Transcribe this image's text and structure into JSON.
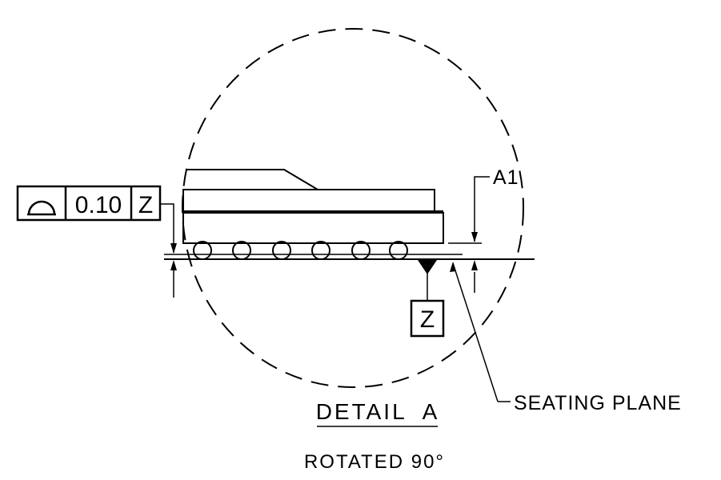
{
  "frame": {
    "symbol_icon": "profile-of-surface-icon",
    "tolerance": "0.10",
    "datum": "Z"
  },
  "datum_feature": {
    "letter": "Z",
    "icon": "datum-triangle-icon"
  },
  "labels": {
    "a1": "A1",
    "seating_plane": "SEATING PLANE"
  },
  "detail": {
    "title": "DETAIL  A",
    "subtitle": "ROTATED 90°"
  },
  "colors": {
    "ink": "#000000",
    "paper": "#ffffff"
  }
}
